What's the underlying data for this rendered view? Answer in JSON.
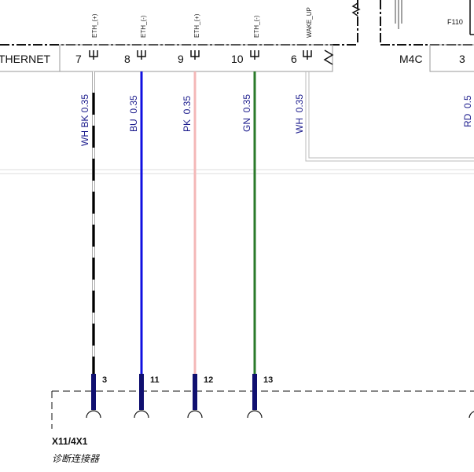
{
  "module": {
    "name": "THERNET",
    "pins": [
      {
        "pin": "7",
        "signal": "ETH_(+)"
      },
      {
        "pin": "8",
        "signal": "ETH_(-)"
      },
      {
        "pin": "9",
        "signal": "ETH_(+)"
      },
      {
        "pin": "10",
        "signal": "ETH_(-)"
      },
      {
        "pin": "6",
        "signal": "WAKE_UP"
      }
    ]
  },
  "right_module": {
    "name": "M4C",
    "pin": "3",
    "fuse": "F110"
  },
  "wires": [
    {
      "label": "WH BK 0.35",
      "color": "#000000",
      "stripe": "#ffffff",
      "terminal": "3"
    },
    {
      "label": "BU  0.35",
      "color": "#1010e0",
      "terminal": "11"
    },
    {
      "label": "PK  0.35",
      "color": "#f4b8b8",
      "terminal": "12"
    },
    {
      "label": "GN  0.35",
      "color": "#2a7a2a",
      "terminal": "13"
    },
    {
      "label": "WH  0.35",
      "color": "#d8d8d8"
    },
    {
      "label": "RD  0.5",
      "color": "#cc0000"
    }
  ],
  "connector": {
    "id": "X11/4X1",
    "description": "诊断连接器"
  }
}
